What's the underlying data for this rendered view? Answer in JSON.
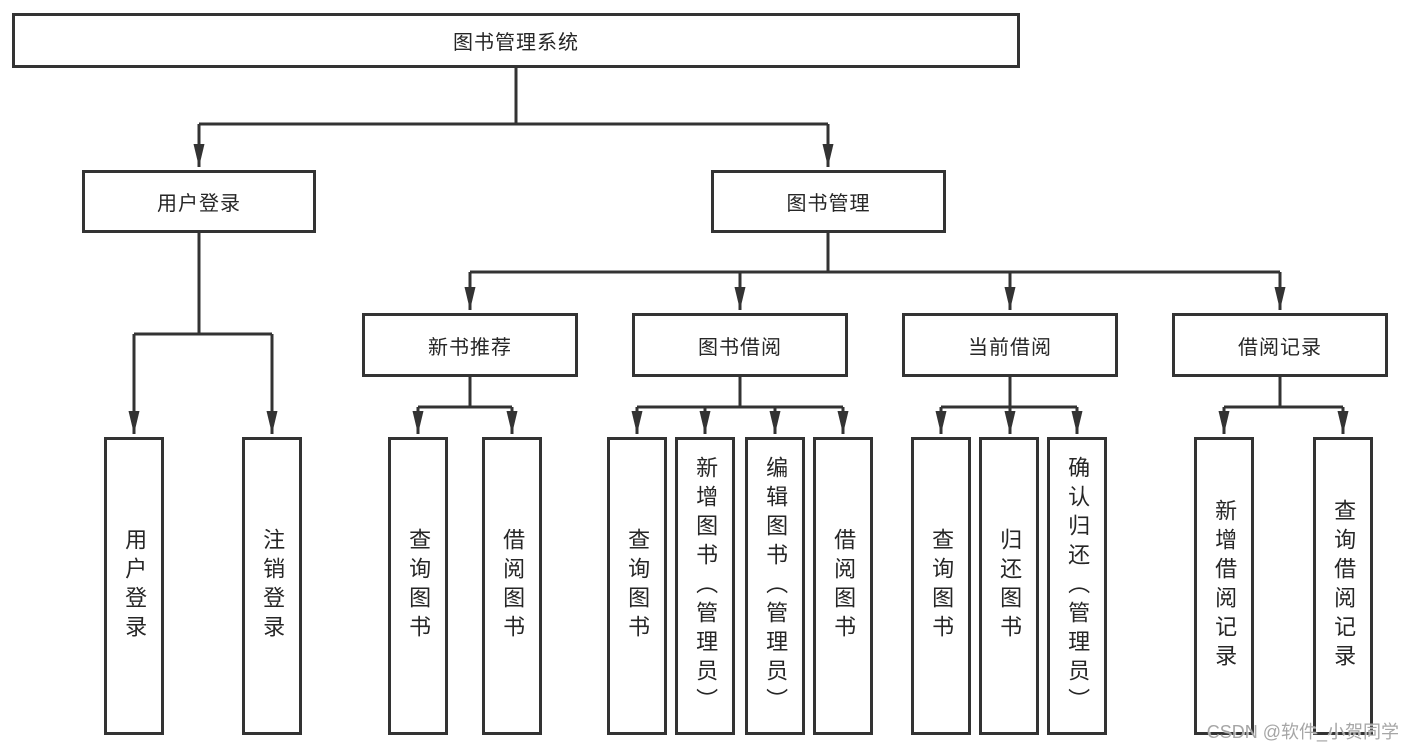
{
  "title": {
    "label": "图书管理系统"
  },
  "branches": [
    {
      "label": "用户登录",
      "children": [
        "用户登录",
        "注销登录"
      ]
    },
    {
      "label": "图书管理",
      "sections": [
        {
          "label": "新书推荐",
          "children": [
            "查询图书",
            "借阅图书"
          ]
        },
        {
          "label": "图书借阅",
          "children": [
            "查询图书",
            "新增图书（管理员）",
            "编辑图书（管理员）",
            "借阅图书"
          ]
        },
        {
          "label": "当前借阅",
          "children": [
            "查询图书",
            "归还图书",
            "确认归还（管理员）"
          ]
        },
        {
          "label": "借阅记录",
          "children": [
            "新增借阅记录",
            "查询借阅记录"
          ]
        }
      ]
    }
  ],
  "watermark": {
    "label": "CSDN @软件_小贺同学",
    "color": "#a6a6a6"
  },
  "colors": {
    "line": "#333333",
    "text": "#262626",
    "background": "#ffffff"
  }
}
